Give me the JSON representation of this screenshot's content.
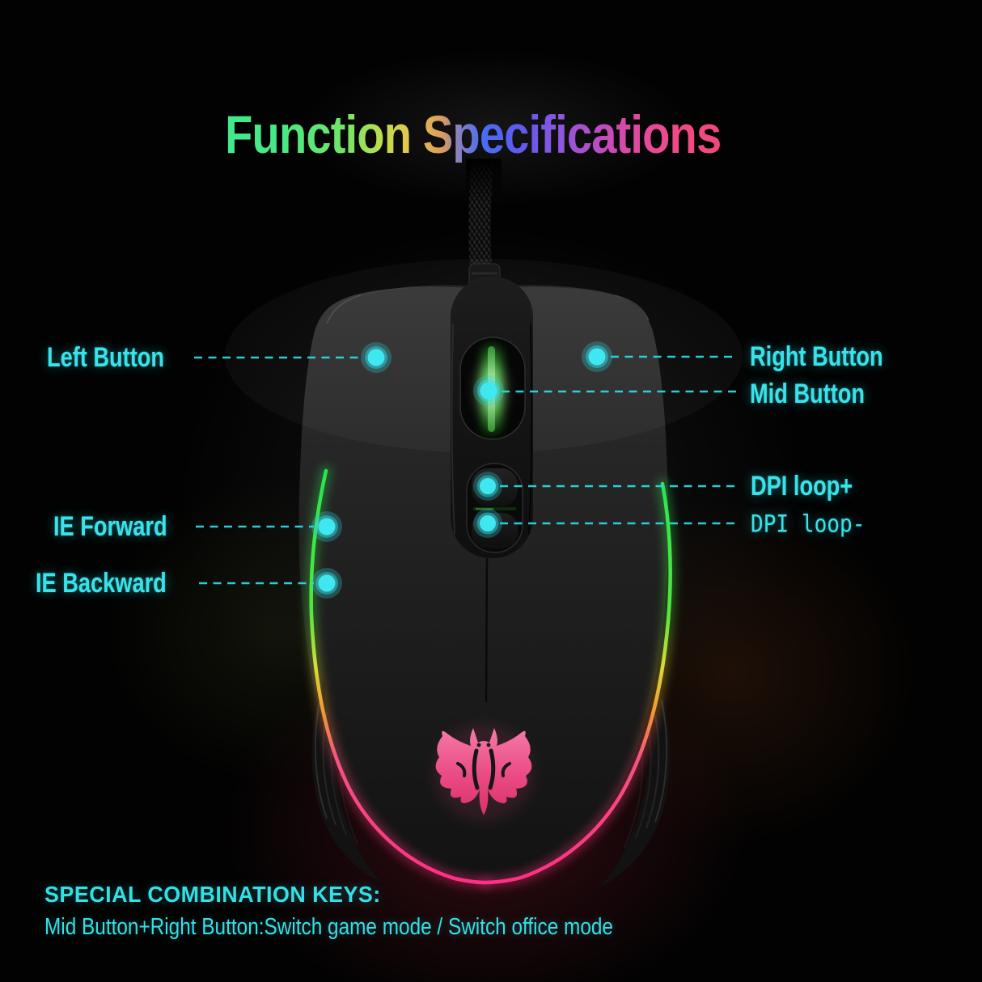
{
  "title": {
    "text": "Function Specifications"
  },
  "callouts": {
    "left_button": {
      "label": "Left Button"
    },
    "right_button": {
      "label": "Right Button"
    },
    "mid_button": {
      "label": "Mid Button"
    },
    "dpi_plus": {
      "label": "DPI loop+"
    },
    "dpi_minus": {
      "label": "DPI loop-"
    },
    "ie_forward": {
      "label": "IE Forward"
    },
    "ie_backward": {
      "label": "IE Backward"
    }
  },
  "footer": {
    "heading": "SPECIAL COMBINATION KEYS:",
    "body": "Mid Button+Right Button:Switch game mode / Switch office mode"
  },
  "colors": {
    "accent_cyan": "#38e3ea",
    "callout_dot": "#3fe8f0",
    "wheel_green": "#56d84e",
    "logo_pink": "#e8457e",
    "rgb_strip": [
      "#25e455",
      "#d8dc38",
      "#f29b32",
      "#ff2e84"
    ],
    "background": "#020202"
  },
  "icons": {
    "bat_logo": "bat-logo",
    "callout_dot": "glowing cyan marker dot",
    "mouse_cable": "braided usb cable"
  }
}
